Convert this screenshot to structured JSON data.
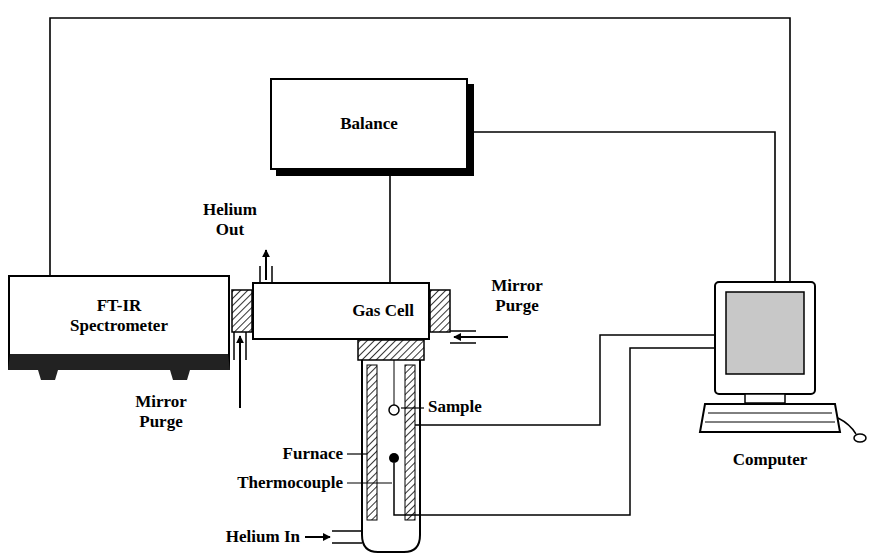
{
  "diagram": {
    "nodes": [
      {
        "text": [
          "Balance"
        ]
      },
      {
        "text": [
          "FT-IR Spectrometer"
        ]
      },
      {
        "text": [
          "Gas Cell"
        ]
      },
      {
        "text": [
          "Computer"
        ]
      }
    ],
    "edges": [
      {
        "from": 1,
        "to": 3,
        "arrow": "none"
      },
      {
        "from": 0,
        "to": 3,
        "arrow": "none"
      },
      {
        "from": 0,
        "to": 2,
        "arrow": "none"
      }
    ],
    "labels": [
      "Helium Out",
      "Mirror Purge",
      "Mirror Purge",
      "Sample",
      "Furnace",
      "Thermocouple",
      "Helium In"
    ]
  }
}
